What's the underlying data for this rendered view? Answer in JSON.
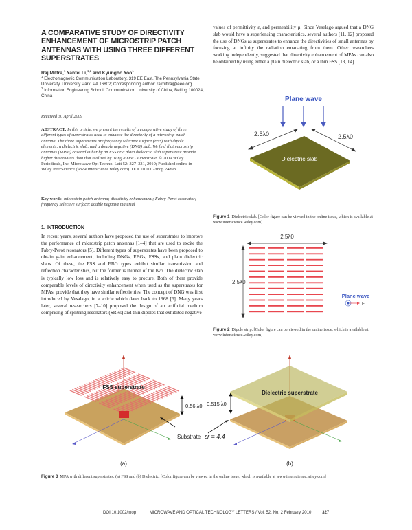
{
  "header": {
    "title": "A COMPARATIVE STUDY OF DIRECTIVITY ENHANCEMENT OF MICROSTRIP PATCH ANTENNAS WITH USING THREE DIFFERENT SUPERSTRATES",
    "authors": [
      {
        "name": "Raj Mittra,",
        "affil": "1"
      },
      {
        "name": "Yanfei Li,",
        "affil": "1,2"
      },
      {
        "name": "Kyungho Yoo",
        "affil": "1"
      }
    ],
    "author_and": "and",
    "affiliations": [
      {
        "num": "1",
        "text": "Electromagnetic Communication Laboratory, 319 EE East, The Pennsylvania State University, University Park, PA 16802; Corresponding author: rajmittra@ieee.org"
      },
      {
        "num": "2",
        "text": "Information Engineering School, Communication University of China, Beijing 100024, China"
      }
    ],
    "received": "Received 30 April 2009"
  },
  "abstract": {
    "label": "ABSTRACT:",
    "text": "In this article, we present the results of a comparative study of three different types of superstrates used to enhance the directivity of a microstrip patch antenna. The three superstrates are frequency selective surface (FSS) with dipole elements; a dielectric slab; and a double negative (DNG) slab. We find that microstrip antennas (MPAs) covered either by an FSS or a plain dielectric slab superstrate provide higher directivities than that realized by using a DNG superstrate.",
    "citation": "© 2009 Wiley Periodicals, Inc. Microwave Opt Technol Lett 52: 327–331, 2010; Published online in Wiley InterScience (www.interscience.wiley.com). DOI 10.1002/mop.24898"
  },
  "keywords": {
    "label": "Key words:",
    "text": "microstrip patch antenna; directivity enhancement; Fabry-Perot resonator; frequency selective surface; double negative material"
  },
  "section1": {
    "heading": "1. INTRODUCTION",
    "left_text": "In recent years, several authors have proposed the use of superstrates to improve the performance of microstrip patch antennas [1–4] that are used to excite the Fabry-Perot resonators [5]. Different types of superstrates have been proposed to obtain gain enhancement, including DNGs, EBGs, FSSs, and plain dielectric slabs. Of these, the FSS and EBG types exhibit similar transmission and reflection characteristics, but the former is thinner of the two. The dielectric slab is typically low loss and is relatively easy to procure. Both of them provide comparable levels of directivity enhancement when used as the superstrates for MPAs, provide that they have similar reflectivities. The concept of DNG was first introduced by Vesalago, in a article which dates back to 1968 [6]. Many years later, several researchers [7–10] proposed the design of an artificial medium comprising of splitring resonators (SRRs) and thin dipoles that exhibited negative",
    "right_text": "values of permittivity ε, and permeability μ. Since Veselago argued that a DNG slab would have a superlensing characteristics, several authors [11, 12] proposed the use of DNGs as superstrates to enhance the directivities of small antennas by focusing at infinity the radiation emanating from them. Other researchers working independently, suggested that directivity enhancement of MPAs can also be obtained by using either a plain dielectric slab, or a thin FSS [13, 14]."
  },
  "figure1": {
    "plane_wave_label": "Plane wave",
    "dim_left": "2.5λ0",
    "dim_right": "2.5λ0",
    "slab_label": "Dielectric slab",
    "caption_label": "Figure 1",
    "caption_text": "Dielectric slab. [Color figure can be viewed in the online issue, which is available at www.interscience.wiley.com]",
    "colors": {
      "arrow": "#4a5bbf",
      "slab_top": "#6b6a22",
      "slab_edge": "#b8b43a",
      "title": "#3a55c0"
    }
  },
  "figure2": {
    "dim_top": "2.5λ0",
    "dim_left": "2.5λ0",
    "plane_wave_label": "Plane wave",
    "e_label": "E",
    "rows": 12,
    "cols": 4,
    "caption_label": "Figure 2",
    "caption_text": "Dipole strip. [Color figure can be viewed in the online issue, which is available at www.interscience.wiley.com]",
    "colors": {
      "dipole": "#e8474f",
      "label": "#3a55c0"
    }
  },
  "figure3": {
    "a": {
      "label_fss": "FSS superstrate",
      "gap": "0.56 λ0",
      "substrate": "Substrate",
      "sub_label": "(a)"
    },
    "b": {
      "label_diel": "Dielectric superstrate",
      "gap": "0.515 λ0",
      "eps": "εr = 4.4",
      "sub_label": "(b)"
    },
    "caption_label": "Figure 3",
    "caption_text": "MPA with different superstrates: (a) FSS and (b) Dielectric. [Color figure can be viewed in the online issue, which is available at www.interscience.wiley.com]"
  },
  "footer": {
    "doi": "DOI 10.1002/mop",
    "journal": "MICROWAVE AND OPTICAL TECHNOLOGY LETTERS / Vol. 52, No. 2 February 2010",
    "page": "327"
  }
}
